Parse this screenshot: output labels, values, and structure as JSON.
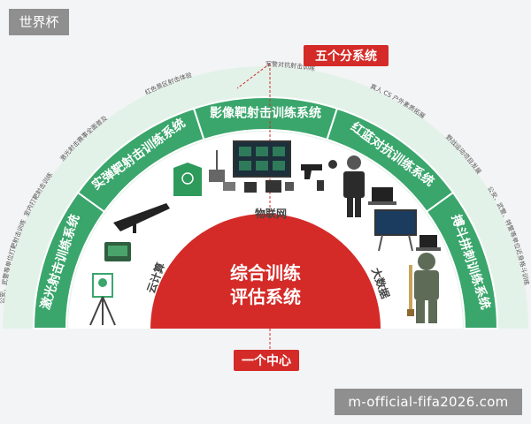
{
  "badge": "世界杯",
  "watermark": "m-official-fifa2026.com",
  "top_box": "五个分系统",
  "bottom_box": "一个中心",
  "center": {
    "line1": "综合训练",
    "line2": "评估系统"
  },
  "inner_labels": {
    "left": "云计算",
    "top": "物联网",
    "right": "大数据"
  },
  "subsystems": [
    {
      "label": "激光射击训练系统"
    },
    {
      "label": "实弹靶射击训练系统"
    },
    {
      "label": "影像靶射击训练系统"
    },
    {
      "label": "红蓝对抗训练系统"
    },
    {
      "label": "搏斗拼刺训练系统"
    }
  ],
  "outer_labels": [
    "公安、武警等单位打靶射击训练",
    "室内打靶射击训练",
    "激光射击赛事全面普及",
    "红色景区射击体验",
    "军警对抗射击训练",
    "真人 CS 户外素质拓展",
    "野战运动项目发展",
    "公安、武警、特警等单位近身格斗训练"
  ],
  "colors": {
    "red": "#d42b28",
    "green": "#3aa66c",
    "light_green": "#e3f2e9",
    "inner_white": "#ffffff"
  }
}
